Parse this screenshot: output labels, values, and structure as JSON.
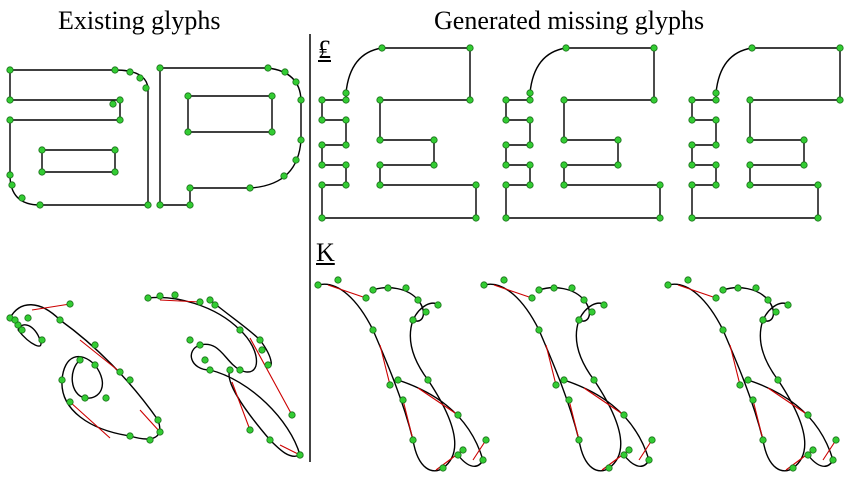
{
  "headings": {
    "existing": "Existing glyphs",
    "generated": "Generated missing glyphs"
  },
  "labels": {
    "euro_glyph": "₤",
    "k_glyph": "K"
  },
  "colors": {
    "outline": "#000000",
    "control_line": "#cc0000",
    "point_fill": "#33cc33",
    "point_stroke": "#1a6e1a"
  }
}
